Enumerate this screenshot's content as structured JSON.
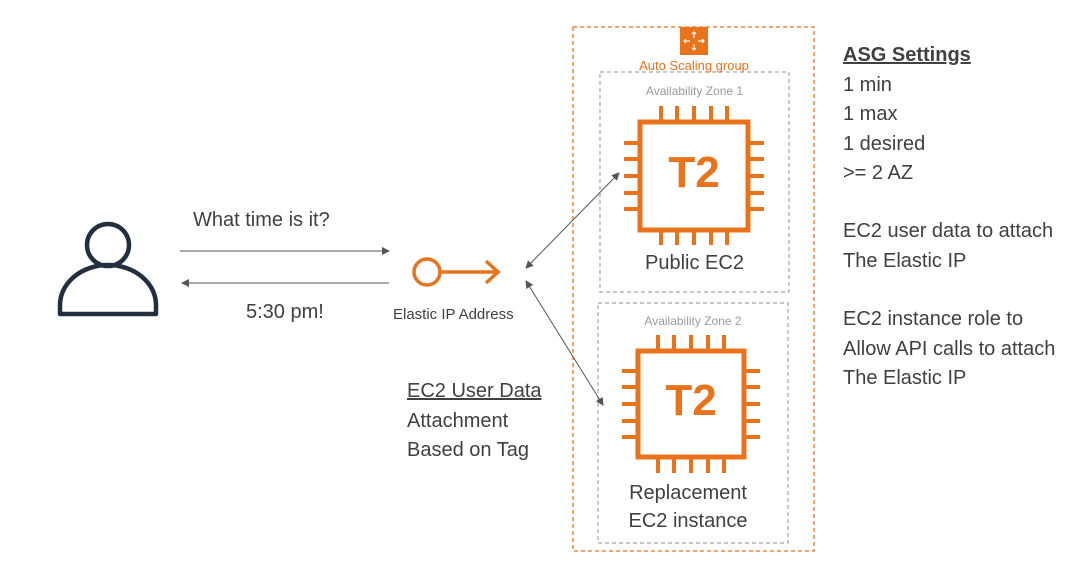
{
  "diagram": {
    "asg_label": "Auto Scaling group",
    "az1_label": "Availability Zone 1",
    "az2_label": "Availability Zone 2",
    "chip_text": "T2",
    "instance1_label": "Public EC2",
    "instance2_label_line1": "Replacement",
    "instance2_label_line2": "EC2 instance",
    "request_text": "What time is it?",
    "response_text": "5:30 pm!",
    "eip_label": "Elastic IP Address",
    "userdata": {
      "heading": "EC2 User Data",
      "line1": "Attachment",
      "line2": "Based on Tag"
    },
    "asg_settings": {
      "heading": "ASG Settings",
      "min": "1 min",
      "max": "1 max",
      "desired": "1 desired",
      "az": ">= 2 AZ"
    },
    "note_userdata": {
      "line1": "EC2 user data to attach",
      "line2": "The Elastic IP"
    },
    "note_role": {
      "line1": "EC2 instance role to",
      "line2": "Allow API calls to attach",
      "line3": "The Elastic IP"
    }
  },
  "colors": {
    "accent_orange": "#e8731a",
    "text_gray": "#404040",
    "az_border": "#a6a6a6",
    "user_icon": "#232f3e"
  }
}
